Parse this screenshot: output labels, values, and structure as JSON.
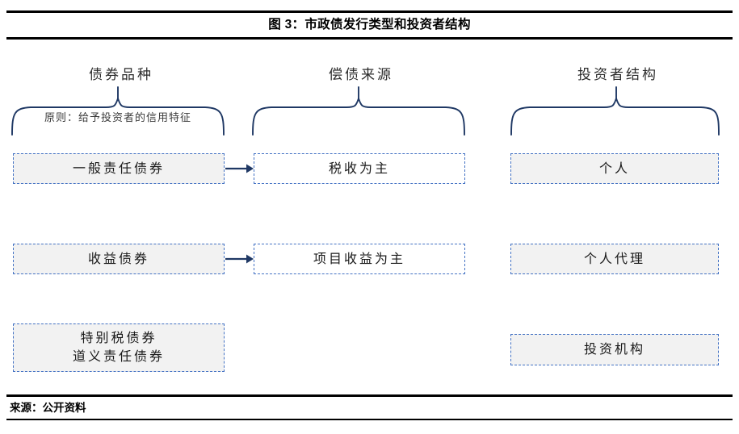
{
  "figure": {
    "title": "图 3：市政债发行类型和投资者结构",
    "source_label": "来源：公开资料"
  },
  "columns": [
    {
      "id": "bond-type",
      "header": "债券品种",
      "note": "原则：给予投资者的信用特征"
    },
    {
      "id": "repayment-source",
      "header": "偿债来源",
      "note": ""
    },
    {
      "id": "investor-structure",
      "header": "投资者结构",
      "note": ""
    }
  ],
  "boxes": {
    "general_obligation": "一般责任债券",
    "revenue_bond": "收益债券",
    "special_tax_line1": "特别税债券",
    "special_tax_line2": "道义责任债券",
    "tax_primary": "税收为主",
    "project_revenue_primary": "项目收益为主",
    "individual": "个人",
    "individual_agent": "个人代理",
    "institution": "投资机构"
  },
  "connections": [
    {
      "from": "general_obligation",
      "to": "tax_primary",
      "style": "arrow"
    },
    {
      "from": "revenue_bond",
      "to": "project_revenue_primary",
      "style": "arrow"
    }
  ],
  "colors": {
    "brace": "#1F3864",
    "arrow": "#1F3864",
    "box_border": "#4472C4",
    "box_fill_gray": "#F2F2F2",
    "box_fill_white": "#FFFFFF",
    "rule": "#000000",
    "title_text": "#000000",
    "body_text": "#1A1A1A"
  }
}
